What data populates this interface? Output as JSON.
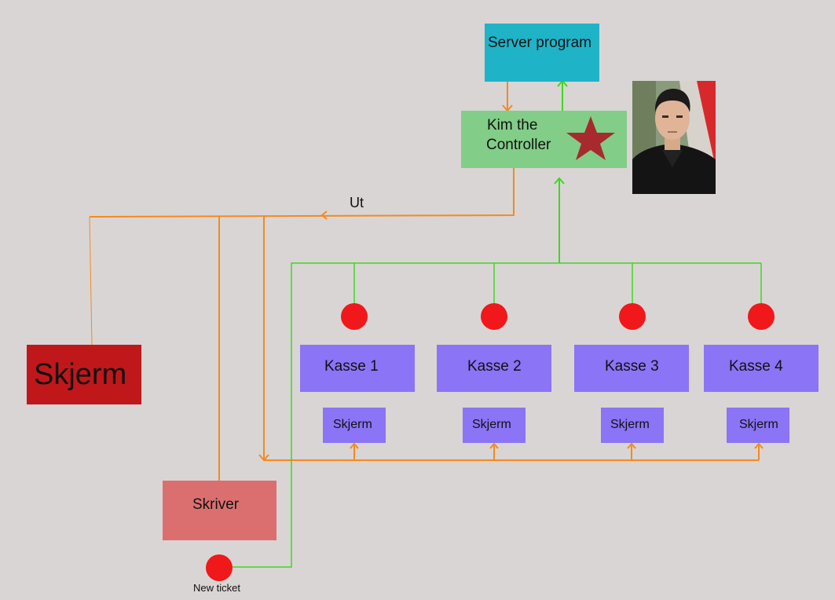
{
  "server": {
    "label": "Server program"
  },
  "controller": {
    "line1": "Kim the",
    "line2": "Controller"
  },
  "out_label": "Ut",
  "main_screen": {
    "label": "Skjerm"
  },
  "printer": {
    "label": "Skriver"
  },
  "new_ticket": {
    "label": "New ticket"
  },
  "registers": [
    {
      "label": "Kasse 1",
      "screen_label": "Skjerm"
    },
    {
      "label": "Kasse 2",
      "screen_label": "Skjerm"
    },
    {
      "label": "Kasse 3",
      "screen_label": "Skjerm"
    },
    {
      "label": "Kasse 4",
      "screen_label": "Skjerm"
    }
  ],
  "colors": {
    "background": "#d9d5d4",
    "orange_line": "#f48a1f",
    "green_line": "#3ed91e",
    "red_dot": "#f0181a",
    "server": "#1fb3c8",
    "controller": "#82cd88",
    "star": "#a72a2f",
    "main_screen": "#c0171b",
    "printer": "#db6f70",
    "register": "#8b74f6"
  },
  "icons": {
    "star": "star-icon",
    "portrait": "portrait-photo"
  }
}
